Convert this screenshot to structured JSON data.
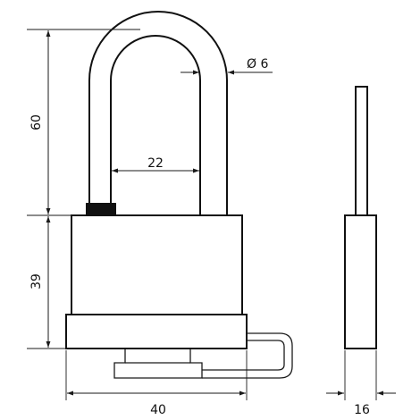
{
  "dimensions": {
    "shackle_height": "60",
    "body_height": "39",
    "shackle_inner_width": "22",
    "shackle_diameter": "Ø 6",
    "body_width": "40",
    "body_thickness": "16"
  },
  "colors": {
    "line": "#1a1a1a",
    "background": "#ffffff",
    "latch": "#111111"
  }
}
